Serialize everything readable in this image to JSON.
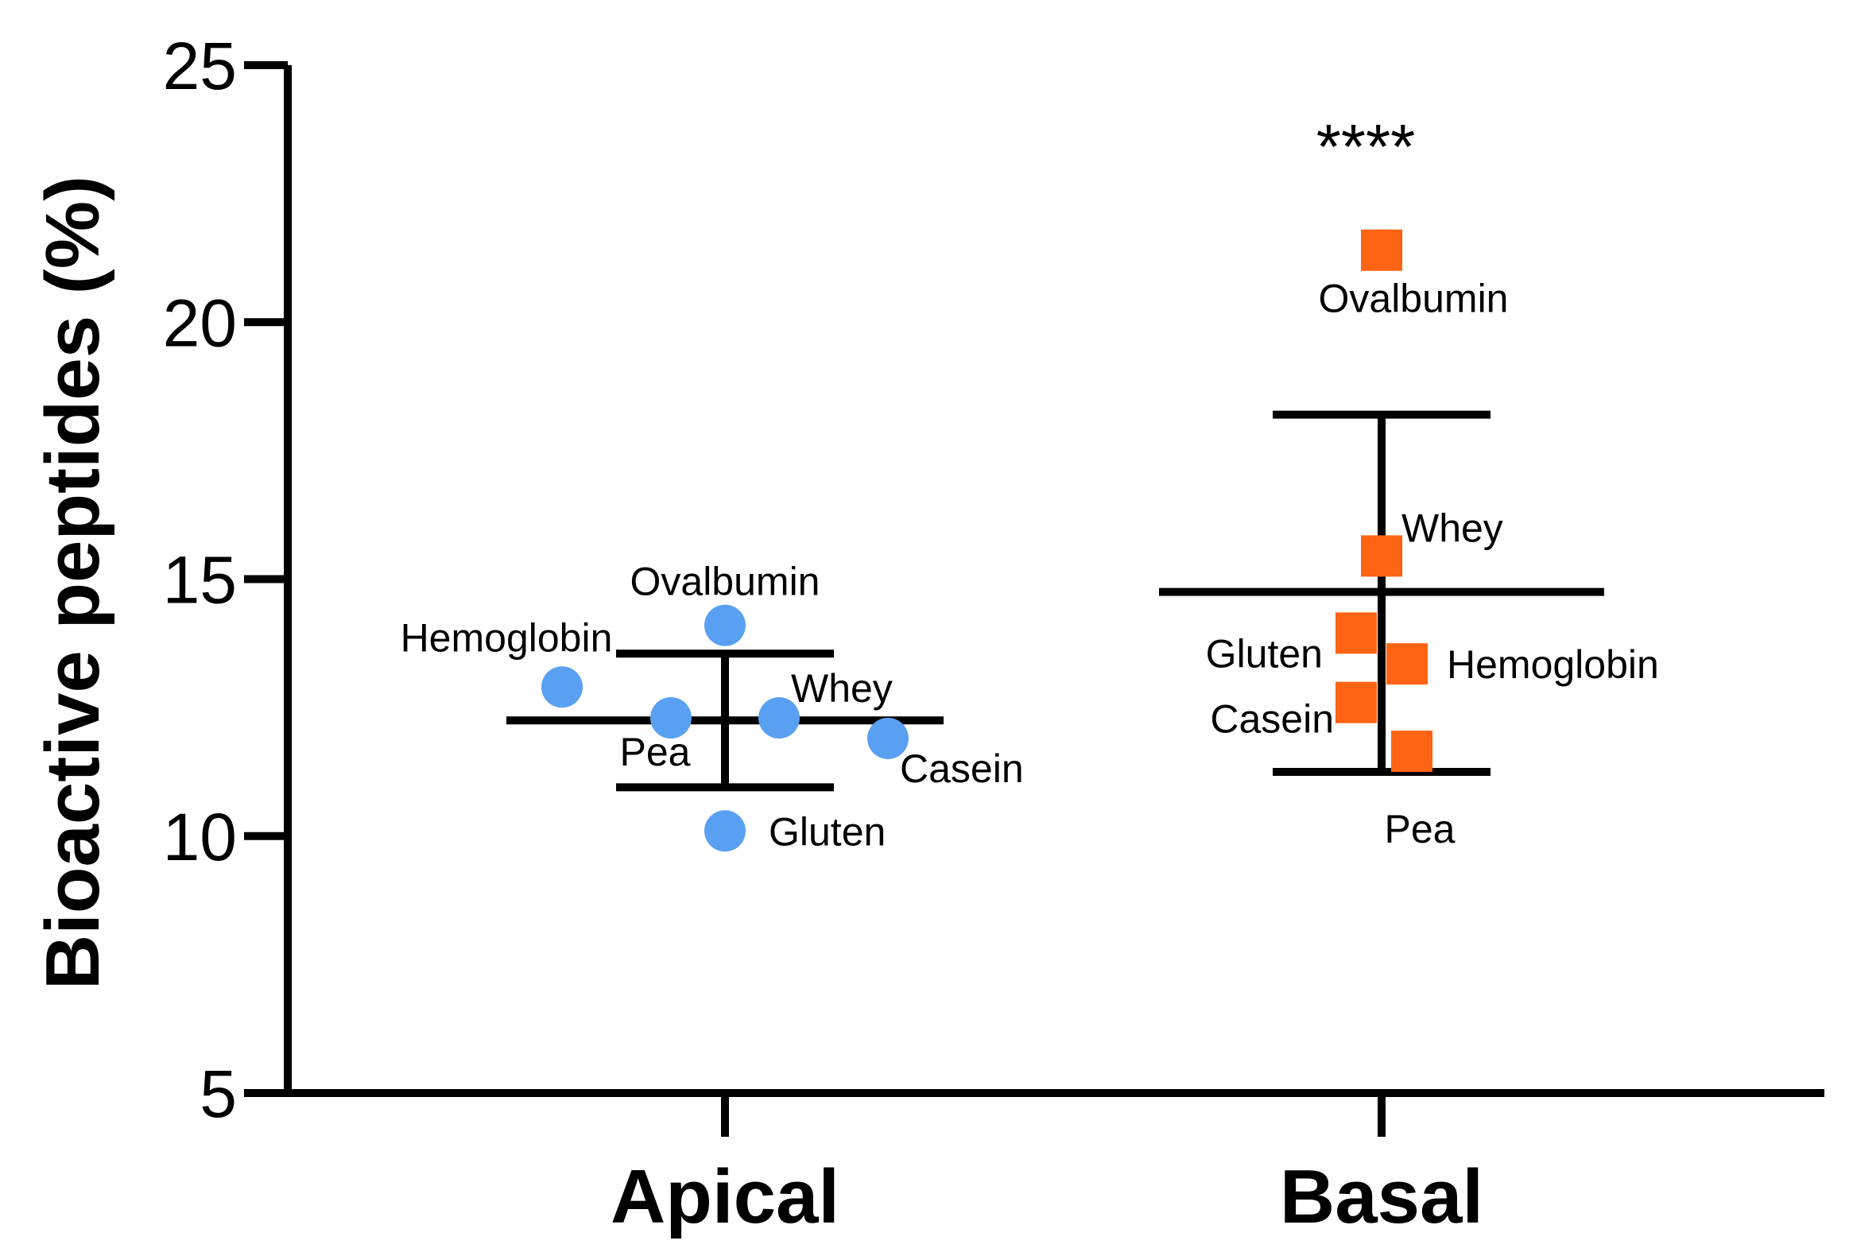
{
  "chart_data": {
    "type": "scatter",
    "ylabel": "Bioactive peptides (%)",
    "ylim": [
      5,
      25
    ],
    "yticks": [
      5,
      10,
      15,
      20,
      25
    ],
    "categories": [
      "Apical",
      "Basal"
    ],
    "grid": false,
    "series": [
      {
        "category": "Apical",
        "color": "#5aa0f2",
        "marker": "circle",
        "mean": 12.25,
        "sd_upper": 13.55,
        "sd_lower": 10.95,
        "points": [
          {
            "label": "Ovalbumin",
            "y": 14.1
          },
          {
            "label": "Hemoglobin",
            "y": 12.9
          },
          {
            "label": "Pea",
            "y": 12.3
          },
          {
            "label": "Whey",
            "y": 12.3
          },
          {
            "label": "Casein",
            "y": 11.9
          },
          {
            "label": "Gluten",
            "y": 10.1
          }
        ]
      },
      {
        "category": "Basal",
        "color": "#ff6414",
        "marker": "square",
        "mean": 14.75,
        "sd_upper": 18.2,
        "sd_lower": 11.25,
        "significance": "****",
        "points": [
          {
            "label": "Ovalbumin",
            "y": 21.4
          },
          {
            "label": "Whey",
            "y": 15.45
          },
          {
            "label": "Gluten",
            "y": 13.95
          },
          {
            "label": "Hemoglobin",
            "y": 13.35
          },
          {
            "label": "Casein",
            "y": 12.6
          },
          {
            "label": "Pea",
            "y": 11.65
          }
        ]
      }
    ]
  }
}
